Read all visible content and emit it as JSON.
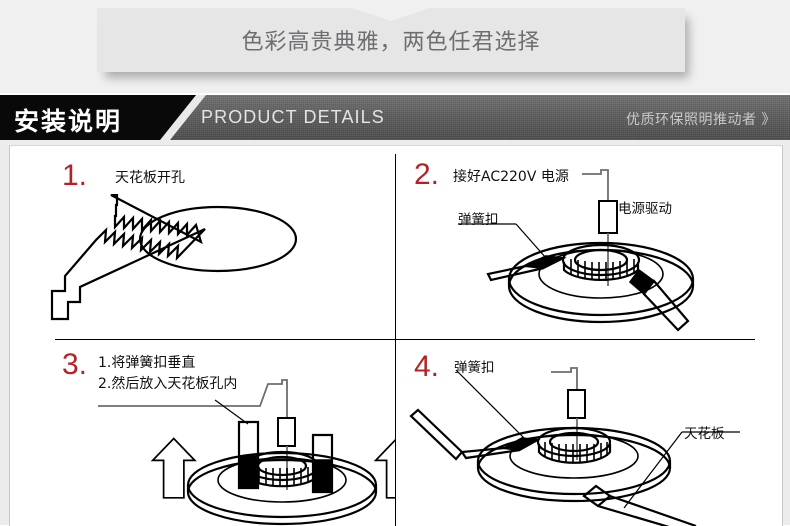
{
  "banner": {
    "text": "色彩高贵典雅，两色任君选择"
  },
  "header": {
    "cn_title": "安装说明",
    "en_title": "PRODUCT DETAILS",
    "slogan": "优质环保照明推动者 》"
  },
  "steps": [
    {
      "number": "1.",
      "title": "天花板开孔",
      "callouts": []
    },
    {
      "number": "2.",
      "title": "接好AC220V 电源",
      "callouts": [
        {
          "name": "spring-clip",
          "text": "弹簧扣"
        },
        {
          "name": "power-driver",
          "text": "电源驱动"
        }
      ]
    },
    {
      "number": "3.",
      "title_line1": "1.将弹簧扣垂直",
      "title_line2": "2.然后放入天花板孔内",
      "callouts": []
    },
    {
      "number": "4.",
      "title": "",
      "callouts": [
        {
          "name": "spring-clip",
          "text": "弹簧扣"
        },
        {
          "name": "ceiling-board",
          "text": "天花板"
        }
      ]
    }
  ],
  "colors": {
    "step_number_red": "#b52126",
    "banner_bg": "#e6e6e7",
    "banner_text": "#6e6e70",
    "header_black": "#090909",
    "header_gray": "#5e5e5e",
    "line_black": "#000000"
  }
}
